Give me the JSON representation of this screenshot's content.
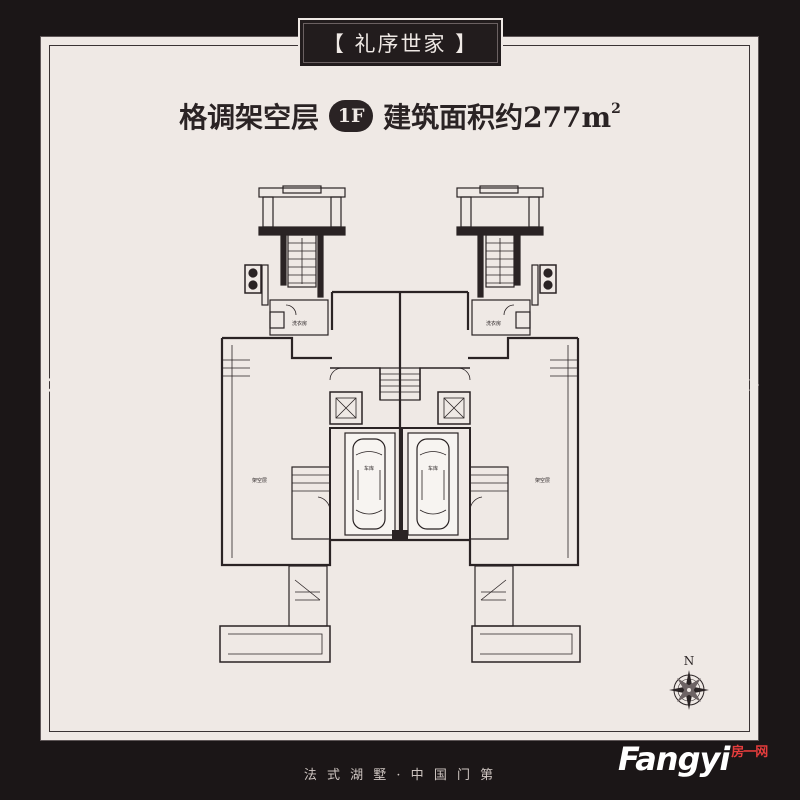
{
  "badge": {
    "text": "【 礼序世家 】"
  },
  "title": {
    "part1": "格调架空层",
    "floor": "1F",
    "part2": "建筑面积约277m",
    "superscript": "2"
  },
  "rooms": {
    "laundry_left": "洗衣房",
    "laundry_right": "洗衣房",
    "garage_left": "车库",
    "garage_right": "车库",
    "open_left": "架空层",
    "open_right": "架空层"
  },
  "compass": {
    "label": "N"
  },
  "footer": {
    "text": "法 式 湖 墅 · 中 国 门 第"
  },
  "watermark": {
    "brand": "Fangyi",
    "sub": "房一网"
  },
  "colors": {
    "background": "#1b1617",
    "paper": "#efe9e5",
    "ink": "#2a2324",
    "watermark_accent": "#e43c3c"
  }
}
